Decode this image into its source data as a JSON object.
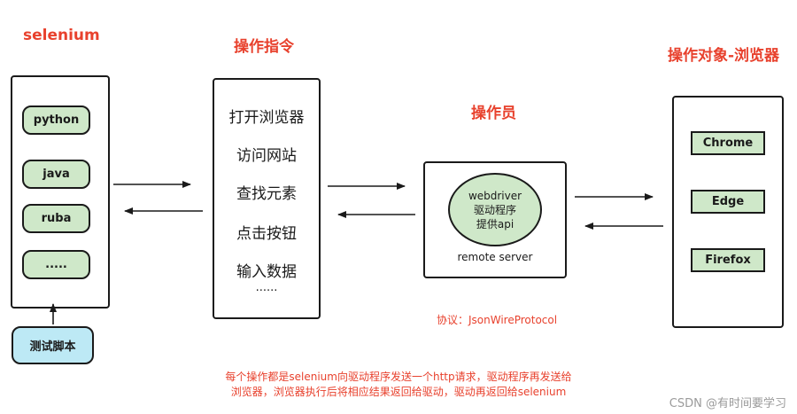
{
  "titles": {
    "selenium": "selenium",
    "commands": "操作指令",
    "operator": "操作员",
    "browsers": "操作对象-浏览器"
  },
  "languages": [
    "python",
    "java",
    "ruba",
    "....."
  ],
  "test_script": "测试脚本",
  "commands": [
    "打开浏览器",
    "访问网站",
    "查找元素",
    "点击按钮",
    "输入数据",
    "......"
  ],
  "webdriver": {
    "line1": "webdriver",
    "line2": "驱动程序",
    "line3": "提供api",
    "caption": "remote server"
  },
  "browsers": [
    "Chrome",
    "Edge",
    "Firefox"
  ],
  "protocol_note": "协议：JsonWireProtocol",
  "footer_note": {
    "line1": "每个操作都是selenium向驱动程序发送一个http请求，驱动程序再发送给",
    "line2": "浏览器，浏览器执行后将相应结果返回给驱动，驱动再返回给selenium"
  },
  "watermark": "CSDN @有时间要学习",
  "colors": {
    "title_red": "#e8412d",
    "pill_green": "#cfe8c9",
    "script_blue": "#bde9f5",
    "border": "#1a1a1a"
  }
}
